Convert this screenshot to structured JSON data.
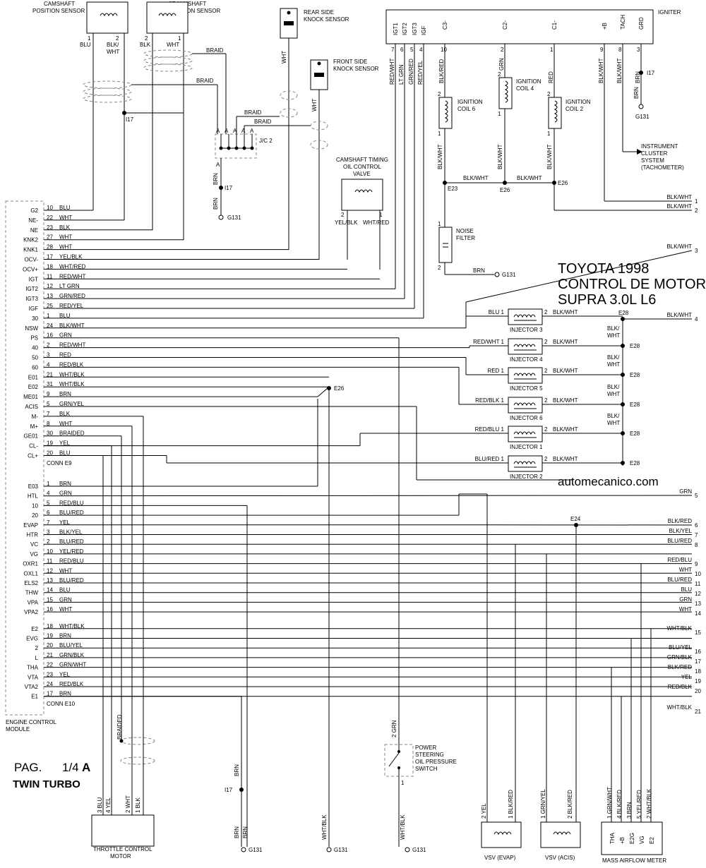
{
  "title": {
    "line1": "TOYOTA 1998",
    "line2": "CONTROL DE MOTOR",
    "line3": "SUPRA 3.0L L6"
  },
  "watermark": "automecanico.com",
  "page": {
    "label": "PAG.",
    "num": "1/4",
    "suffix": "A",
    "variant": "TWIN TURBO"
  },
  "ecm": {
    "name_line1": "ENGINE CONTROL",
    "name_line2": "MODULE",
    "conn_e9": "CONN E9",
    "conn_e10": "CONN E10",
    "pins_e9": [
      {
        "label": "G2",
        "pin": "10",
        "color": "BLU"
      },
      {
        "label": "NE-",
        "pin": "22",
        "color": "WHT"
      },
      {
        "label": "NE",
        "pin": "23",
        "color": "BLK"
      },
      {
        "label": "KNK2",
        "pin": "27",
        "color": "WHT"
      },
      {
        "label": "KNK1",
        "pin": "28",
        "color": "WHT"
      },
      {
        "label": "OCV-",
        "pin": "17",
        "color": "YEL/BLK"
      },
      {
        "label": "OCV+",
        "pin": "18",
        "color": "WHT/RED"
      },
      {
        "label": "IGT",
        "pin": "11",
        "color": "RED/WHT"
      },
      {
        "label": "IGT2",
        "pin": "12",
        "color": "LT GRN"
      },
      {
        "label": "IGT3",
        "pin": "13",
        "color": "GRN/RED"
      },
      {
        "label": "IGF",
        "pin": "25",
        "color": "RED/YEL"
      },
      {
        "label": "30",
        "pin": "1",
        "color": "BLU"
      },
      {
        "label": "NSW",
        "pin": "24",
        "color": "BLK/WHT"
      },
      {
        "label": "PS",
        "pin": "16",
        "color": "GRN"
      },
      {
        "label": "40",
        "pin": "2",
        "color": "RED/WHT"
      },
      {
        "label": "50",
        "pin": "3",
        "color": "RED"
      },
      {
        "label": "60",
        "pin": "4",
        "color": "RED/BLK"
      },
      {
        "label": "E01",
        "pin": "21",
        "color": "WHT/BLK"
      },
      {
        "label": "E02",
        "pin": "31",
        "color": "WHT/BLK"
      },
      {
        "label": "ME01",
        "pin": "9",
        "color": "BRN"
      },
      {
        "label": "ACIS",
        "pin": "5",
        "color": "GRN/YEL"
      },
      {
        "label": "M-",
        "pin": "7",
        "color": "BLK"
      },
      {
        "label": "M+",
        "pin": "8",
        "color": "WHT"
      },
      {
        "label": "GE01",
        "pin": "30",
        "color": "BRAIDED"
      },
      {
        "label": "CL-",
        "pin": "19",
        "color": "YEL"
      },
      {
        "label": "CL+",
        "pin": "20",
        "color": "BLU"
      }
    ],
    "pins_e10": [
      {
        "label": "E03",
        "pin": "1",
        "color": "BRN"
      },
      {
        "label": "HTL",
        "pin": "4",
        "color": "GRN"
      },
      {
        "label": "10",
        "pin": "5",
        "color": "RED/BLU"
      },
      {
        "label": "20",
        "pin": "6",
        "color": "BLU/RED"
      },
      {
        "label": "EVAP",
        "pin": "7",
        "color": "YEL"
      },
      {
        "label": "HTR",
        "pin": "3",
        "color": "BLK/YEL"
      },
      {
        "label": "VC",
        "pin": "2",
        "color": "BLU/RED"
      },
      {
        "label": "VG",
        "pin": "10",
        "color": "YEL/RED"
      },
      {
        "label": "OXR1",
        "pin": "11",
        "color": "RED/BLU"
      },
      {
        "label": "OXL1",
        "pin": "12",
        "color": "WHT"
      },
      {
        "label": "ELS2",
        "pin": "13",
        "color": "BLU/RED"
      },
      {
        "label": "THW",
        "pin": "14",
        "color": "BLU"
      },
      {
        "label": "VPA",
        "pin": "15",
        "color": "GRN"
      },
      {
        "label": "VPA2",
        "pin": "16",
        "color": "WHT"
      },
      {
        "label": "E2",
        "pin": "18",
        "color": "WHT/BLK"
      },
      {
        "label": "EVG",
        "pin": "19",
        "color": "BRN"
      },
      {
        "label": "2",
        "pin": "20",
        "color": "BLU/YEL"
      },
      {
        "label": "L",
        "pin": "21",
        "color": "GRN/BLK"
      },
      {
        "label": "THA",
        "pin": "22",
        "color": "GRN/WHT"
      },
      {
        "label": "VTA",
        "pin": "23",
        "color": "YEL"
      },
      {
        "label": "VTA2",
        "pin": "24",
        "color": "RED/BLK"
      },
      {
        "label": "E1",
        "pin": "17",
        "color": "BRN"
      }
    ]
  },
  "right_out": [
    {
      "num": "1",
      "color": "BLK/WHT"
    },
    {
      "num": "2",
      "color": "BLK/WHT"
    },
    {
      "num": "3",
      "color": "BLK/WHT"
    },
    {
      "num": "4",
      "color": "BLK/WHT"
    },
    {
      "num": "5",
      "color": "GRN"
    },
    {
      "num": "6",
      "color": "BLK/RED"
    },
    {
      "num": "7",
      "color": "BLK/YEL"
    },
    {
      "num": "8",
      "color": "BLU/RED"
    },
    {
      "num": "9",
      "color": "RED/BLU"
    },
    {
      "num": "10",
      "color": "WHT"
    },
    {
      "num": "11",
      "color": "BLU/RED"
    },
    {
      "num": "12",
      "color": "BLU"
    },
    {
      "num": "13",
      "color": "GRN"
    },
    {
      "num": "14",
      "color": "WHT"
    },
    {
      "num": "15",
      "color": "WHT/BLK"
    },
    {
      "num": "16",
      "color": "BLU/YEL"
    },
    {
      "num": "17",
      "color": "GRN/BLK"
    },
    {
      "num": "18",
      "color": "BLK/RED"
    },
    {
      "num": "19",
      "color": "YEL"
    },
    {
      "num": "20",
      "color": "RED/BLK"
    },
    {
      "num": "21",
      "color": "WHT/BLK"
    }
  ],
  "igniter": {
    "name": "IGNITER",
    "terms": [
      "IGT1",
      "IGT2",
      "IGT3",
      "IGF",
      "C3-",
      "C2-",
      "C1-",
      "+B",
      "TACH",
      "GRD"
    ],
    "pins": [
      "7",
      "6",
      "5",
      "4",
      "10",
      "2",
      "1",
      "9",
      "8",
      "3"
    ],
    "wires": [
      "RED/WHT",
      "LT GRN",
      "GRN/RED",
      "RED/YEL",
      "BLK/RED",
      "GRN",
      "RED",
      "BLK/WHT",
      "BLK/WHT",
      "BRN"
    ]
  },
  "coils": {
    "coil6": "IGNITION COIL 6",
    "coil4": "IGNITION COIL 4",
    "coil2": "IGNITION COIL 2",
    "line": "IGNITION",
    "c6": "COIL 6",
    "c4": "COIL 4",
    "c2": "COIL 2",
    "wire_blkwht": "BLK/WHT"
  },
  "labels": {
    "cam_pos_1": "CAMSHAFT",
    "cam_pos_2": "POSITION SENSOR",
    "crank_1": "CRANKSHAFT",
    "crank_2": "POSITION SENSOR",
    "rear_knock_1": "REAR SIDE",
    "rear_knock_2": "KNOCK SENSOR",
    "front_knock_1": "FRONT SIDE",
    "front_knock_2": "KNOCK SENSOR",
    "ocv_1": "CAMSHAFT TIMING",
    "ocv_2": "OIL CONTROL",
    "ocv_3": "VALVE",
    "noise_1": "NOISE",
    "noise_2": "FILTER",
    "inst_1": "INSTRUMENT",
    "inst_2": "CLUSTER",
    "inst_3": "SYSTEM",
    "inst_4": "(TACHOMETER)",
    "jc2": "J/C 2",
    "braid": "BRAID",
    "braided": "BRAIDED",
    "g131": "G131",
    "i17": "I17",
    "e23": "E23",
    "e24": "E24",
    "e26": "E26",
    "e28": "E28",
    "ps_1": "POWER",
    "ps_2": "STEERING",
    "ps_3": "OIL PRESSURE",
    "ps_4": "SWITCH",
    "tcm_1": "THROTTLE CONTROL",
    "tcm_2": "MOTOR",
    "vsv_evap": "VSV (EVAP)",
    "vsv_acis": "VSV (ACIS)",
    "maf": "MASS AIRFLOW METER",
    "inj3": "INJECTOR 3",
    "inj4": "INJECTOR 4",
    "inj5": "INJECTOR 5",
    "inj6": "INJECTOR 6",
    "inj1": "INJECTOR 1",
    "inj2": "INJECTOR 2",
    "blu": "BLU",
    "wht": "WHT",
    "blk": "BLK",
    "brn": "BRN",
    "grn": "GRN",
    "red": "RED",
    "yel": "YEL",
    "blkwht": "BLK/WHT",
    "blkred": "BLK/RED",
    "yelblk": "YEL/BLK",
    "whtred": "WHT/RED",
    "grnwht": "GRN/WHT",
    "yelred": "YEL/RED",
    "whtblk": "WHT/BLK",
    "grnyel": "GRN/YEL",
    "redwht": "RED/WHT",
    "redblk": "RED/BLK",
    "redblu": "RED/BLU",
    "blured": "BLU/RED",
    "blk_slash": "BLK/",
    "a": "A",
    "thA": "THA",
    "plusB": "+B",
    "e2g": "E2G",
    "vg": "VG",
    "e2": "E2"
  }
}
